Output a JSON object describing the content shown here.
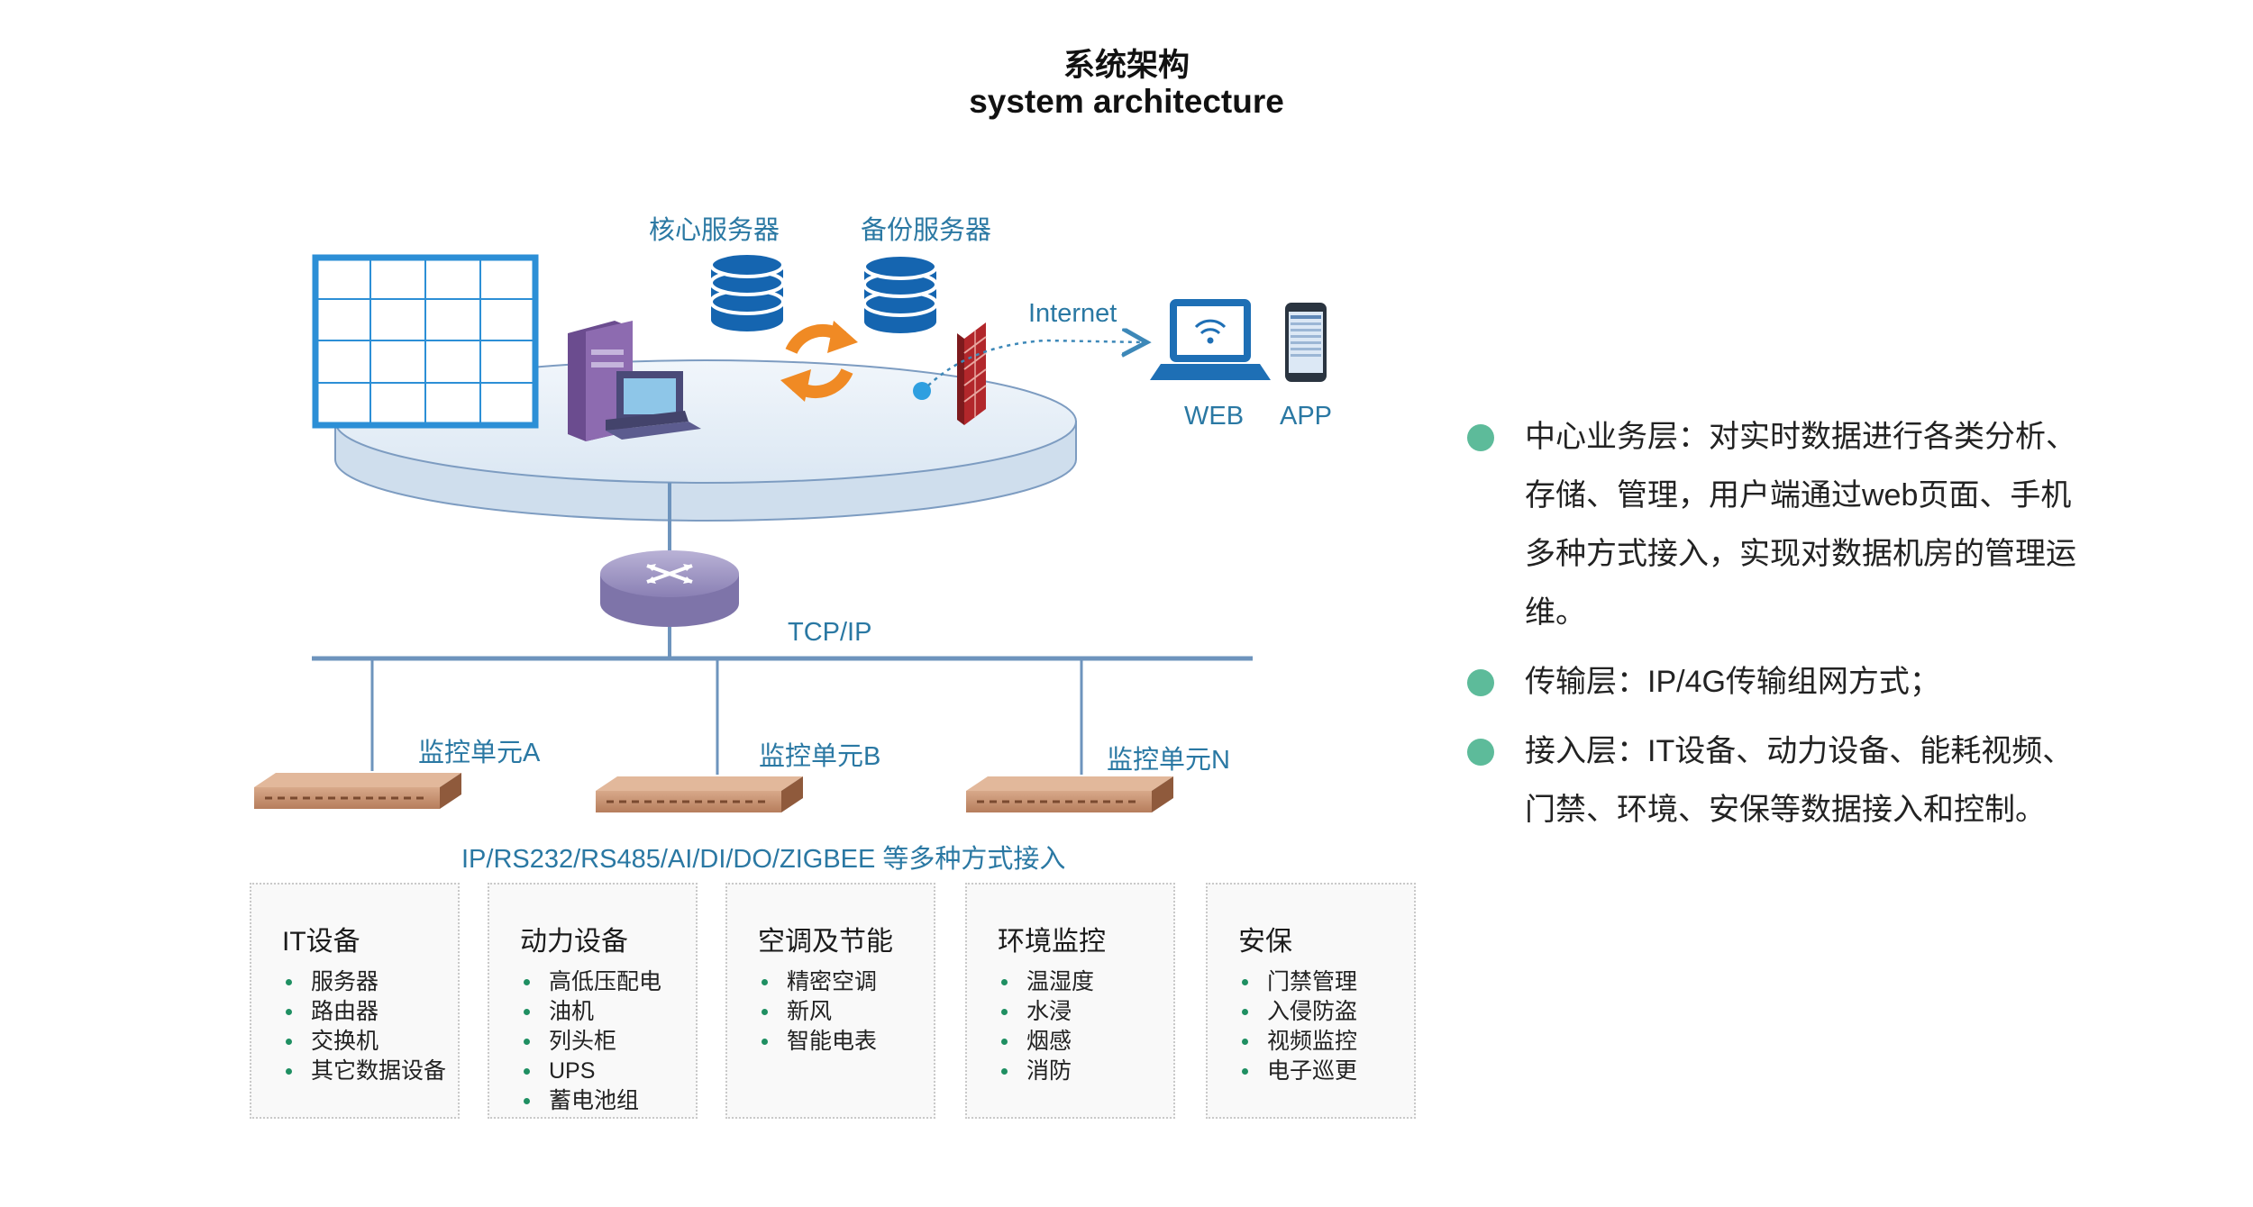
{
  "title": {
    "zh": "系统架构",
    "en": "system architecture"
  },
  "diagram": {
    "labels": {
      "core_server": "核心服务器",
      "backup_server": "备份服务器",
      "internet": "Internet",
      "web": "WEB",
      "app": "APP",
      "tcpip": "TCP/IP",
      "unit_a": "监控单元A",
      "unit_b": "监控单元B",
      "unit_n": "监控单元N",
      "access_methods": "IP/RS232/RS485/AI/DI/DO/ZIGBEE 等多种方式接入"
    },
    "categories": [
      {
        "title": "IT设备",
        "items": [
          "服务器",
          "路由器",
          "交换机",
          "其它数据设备"
        ]
      },
      {
        "title": "动力设备",
        "items": [
          "高低压配电",
          "油机",
          "列头柜",
          "UPS",
          "蓄电池组"
        ]
      },
      {
        "title": "空调及节能",
        "items": [
          "精密空调",
          "新风",
          "智能电表"
        ]
      },
      {
        "title": "环境监控",
        "items": [
          "温湿度",
          "水浸",
          "烟感",
          "消防"
        ]
      },
      {
        "title": "安保",
        "items": [
          "门禁管理",
          "入侵防盗",
          "视频监控",
          "电子巡更"
        ]
      }
    ]
  },
  "description": [
    {
      "text": "中心业务层：对实时数据进行各类分析、存储、管理，用户端通过web页面、手机多种方式接入，实现对数据机房的管理运维。"
    },
    {
      "text": "传输层：IP/4G传输组网方式；"
    },
    {
      "text": "接入层：IT设备、动力设备、能耗视频、门禁、环境、安保等数据接入和控制。"
    }
  ],
  "colors": {
    "accent_text": "#2a78a3",
    "network_line": "#6e94bd",
    "server_blue": "#1565b0",
    "sync_arrow": "#f08a24",
    "bullet_green": "#5dbb9a"
  }
}
